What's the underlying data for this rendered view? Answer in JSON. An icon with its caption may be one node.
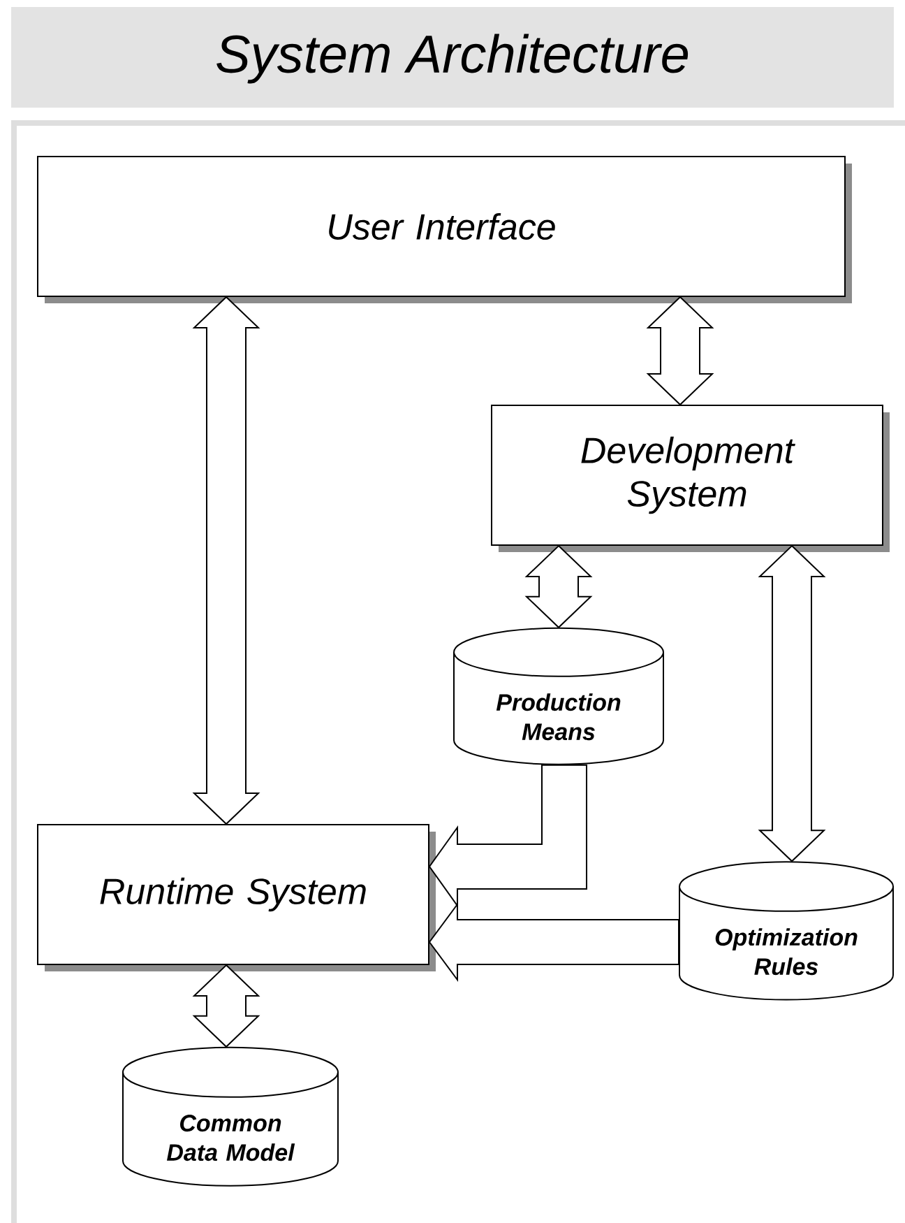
{
  "diagram": {
    "title": "System Architecture",
    "nodes": [
      {
        "text": [
          "User Interface"
        ]
      },
      {
        "text": [
          "Development System"
        ]
      },
      {
        "text": [
          "Production Means"
        ]
      },
      {
        "text": [
          "Runtime System"
        ]
      },
      {
        "text": [
          "Optimization Rules"
        ]
      },
      {
        "text": [
          "Common Data Model"
        ]
      }
    ],
    "edges": [
      {
        "from": 0,
        "to": 3,
        "arrow": "both"
      },
      {
        "from": 0,
        "to": 1,
        "arrow": "both"
      },
      {
        "from": 1,
        "to": 2,
        "arrow": "both"
      },
      {
        "from": 1,
        "to": 4,
        "arrow": "both"
      },
      {
        "from": 2,
        "to": 3,
        "arrow": "to"
      },
      {
        "from": 4,
        "to": 3,
        "arrow": "to"
      },
      {
        "from": 3,
        "to": 5,
        "arrow": "both"
      }
    ]
  }
}
